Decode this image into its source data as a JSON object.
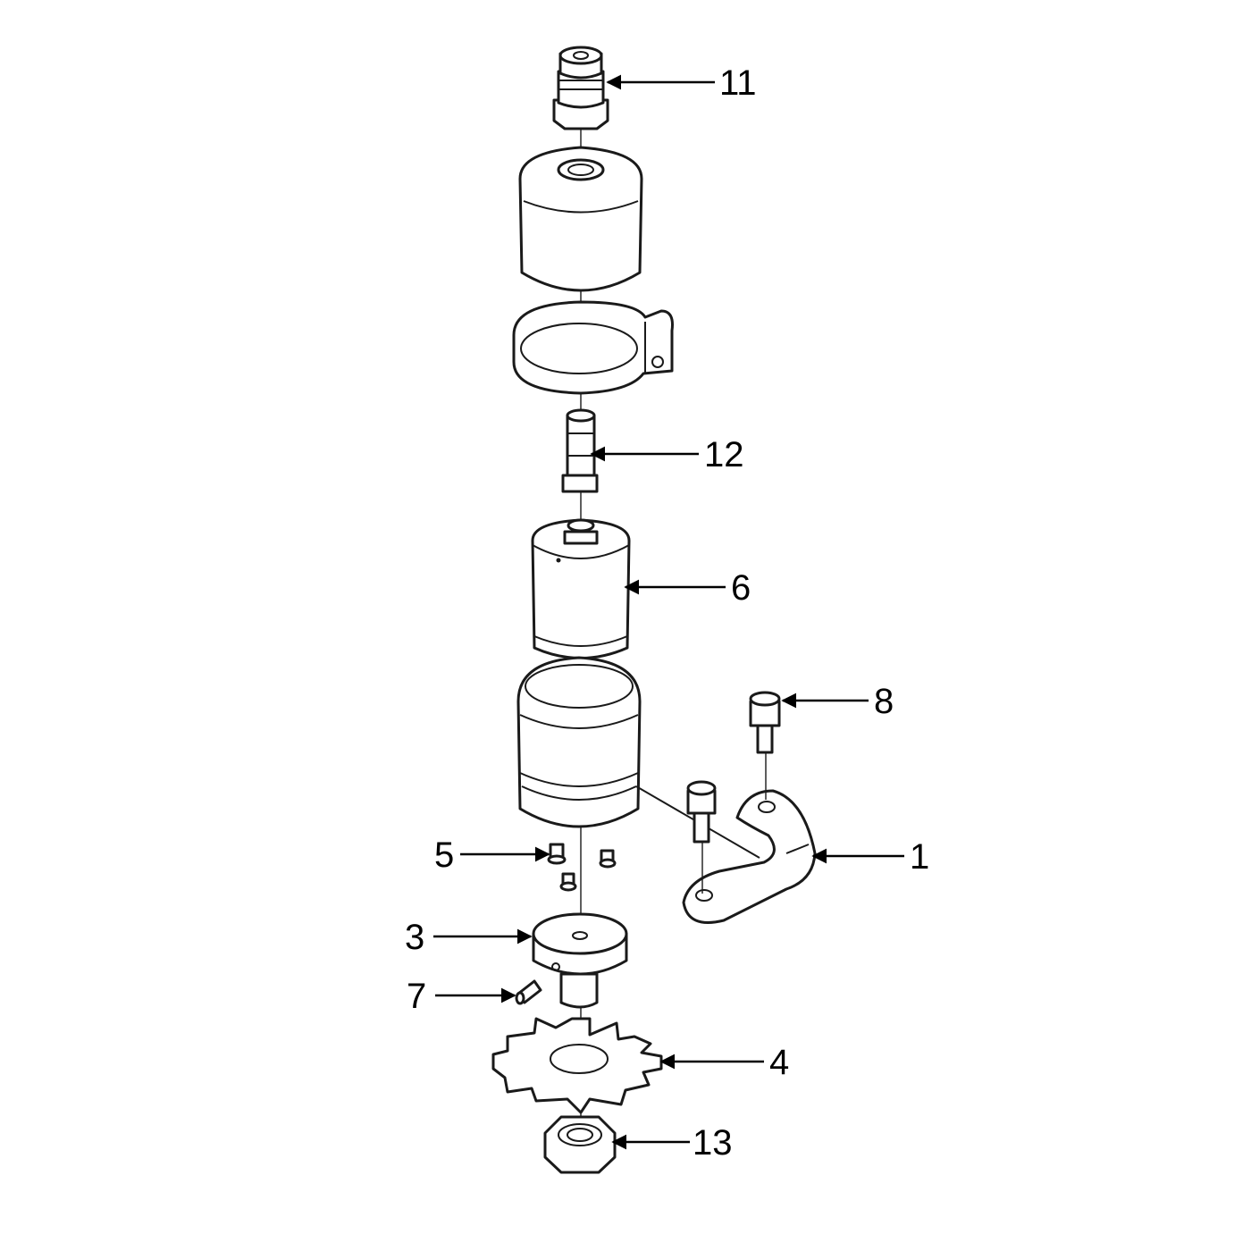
{
  "callouts": {
    "c11": "11",
    "c12": "12",
    "c6": "6",
    "c8": "8",
    "c1": "1",
    "c5": "5",
    "c3": "3",
    "c7": "7",
    "c4": "4",
    "c13": "13"
  },
  "colors": {
    "line": "#1a1a1a",
    "background": "#ffffff"
  }
}
